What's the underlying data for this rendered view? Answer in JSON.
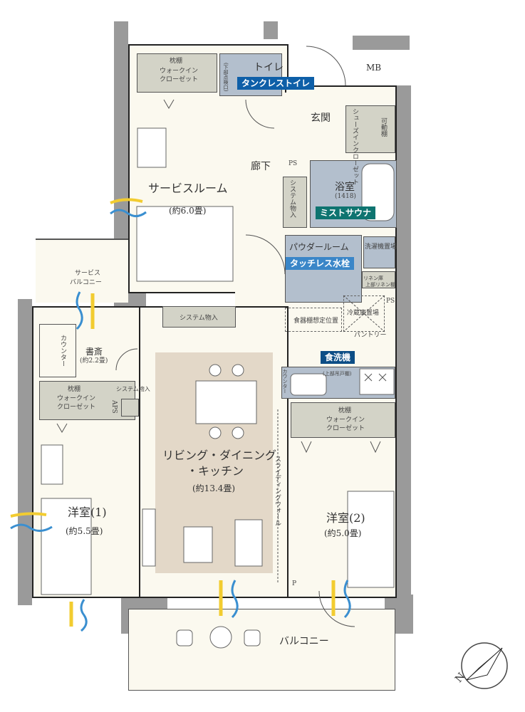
{
  "colors": {
    "floor": "#fbf9ef",
    "wall": "#9a9a9a",
    "closet": "#d3d3c7",
    "wet_area": "#b3bfcd",
    "ldk_highlight": "#e3d8c8",
    "badge_tankless": "#0e5fa8",
    "badge_sauna": "#0e7470",
    "badge_touchless": "#3a86c8",
    "badge_dishwasher": "#0d4e86",
    "wind_blue": "#3a8fd0",
    "wind_yellow": "#f2cc30"
  },
  "rooms": {
    "service_room": {
      "name": "サービスルーム",
      "size": "(約6.0畳)"
    },
    "hallway": {
      "name": "廊下"
    },
    "entrance": {
      "name": "玄関"
    },
    "toilet": {
      "name": "トイレ"
    },
    "bathroom": {
      "name": "浴室",
      "size": "(1418)"
    },
    "powder_room": {
      "name": "パウダールーム"
    },
    "ldk": {
      "line1": "リビング・ダイニング",
      "line2": "・キッチン",
      "size": "(約13.4畳)"
    },
    "western1": {
      "name": "洋室(1)",
      "size": "(約5.5畳)"
    },
    "western2": {
      "name": "洋室(2)",
      "size": "(約5.0畳)"
    },
    "study": {
      "name": "書斎",
      "size": "(約2.2畳)"
    },
    "balcony": {
      "name": "バルコニー"
    },
    "service_balcony": {
      "line1": "サービス",
      "line2": "バルコニー"
    }
  },
  "fixtures": {
    "mb": "MB",
    "ps": "PS",
    "ps2": "PS",
    "aps": "APS",
    "p": "P",
    "wic_shelf": "枕棚",
    "wic_line1": "ウォークイン",
    "wic_line2": "クローゼット",
    "shoe_closet": "シューズインクローゼット",
    "movable_shelf": "可動棚",
    "system_storage": "システム物入",
    "system_storage_h": "システム物入",
    "system_storage_small": "システム物入",
    "washer": "洗濯機置場",
    "linen": "リネン庫",
    "upper_linen": "上部リネン棚",
    "fridge": "冷蔵庫置場",
    "cupboard": "食器棚想定位置",
    "pantry": "パントリー",
    "counter": "カウンター",
    "kitchen_counter": "カウンター",
    "upper_cabinet": "(上部吊戸棚)",
    "sliding_wall": "スライディングウォール",
    "toilet_hatch": "(下部点検口)"
  },
  "badges": {
    "tankless_toilet": "タンクレストイレ",
    "mist_sauna": "ミストサウナ",
    "touchless_faucet": "タッチレス水栓",
    "dishwasher": "食洗機"
  },
  "compass": {
    "north": "N"
  }
}
